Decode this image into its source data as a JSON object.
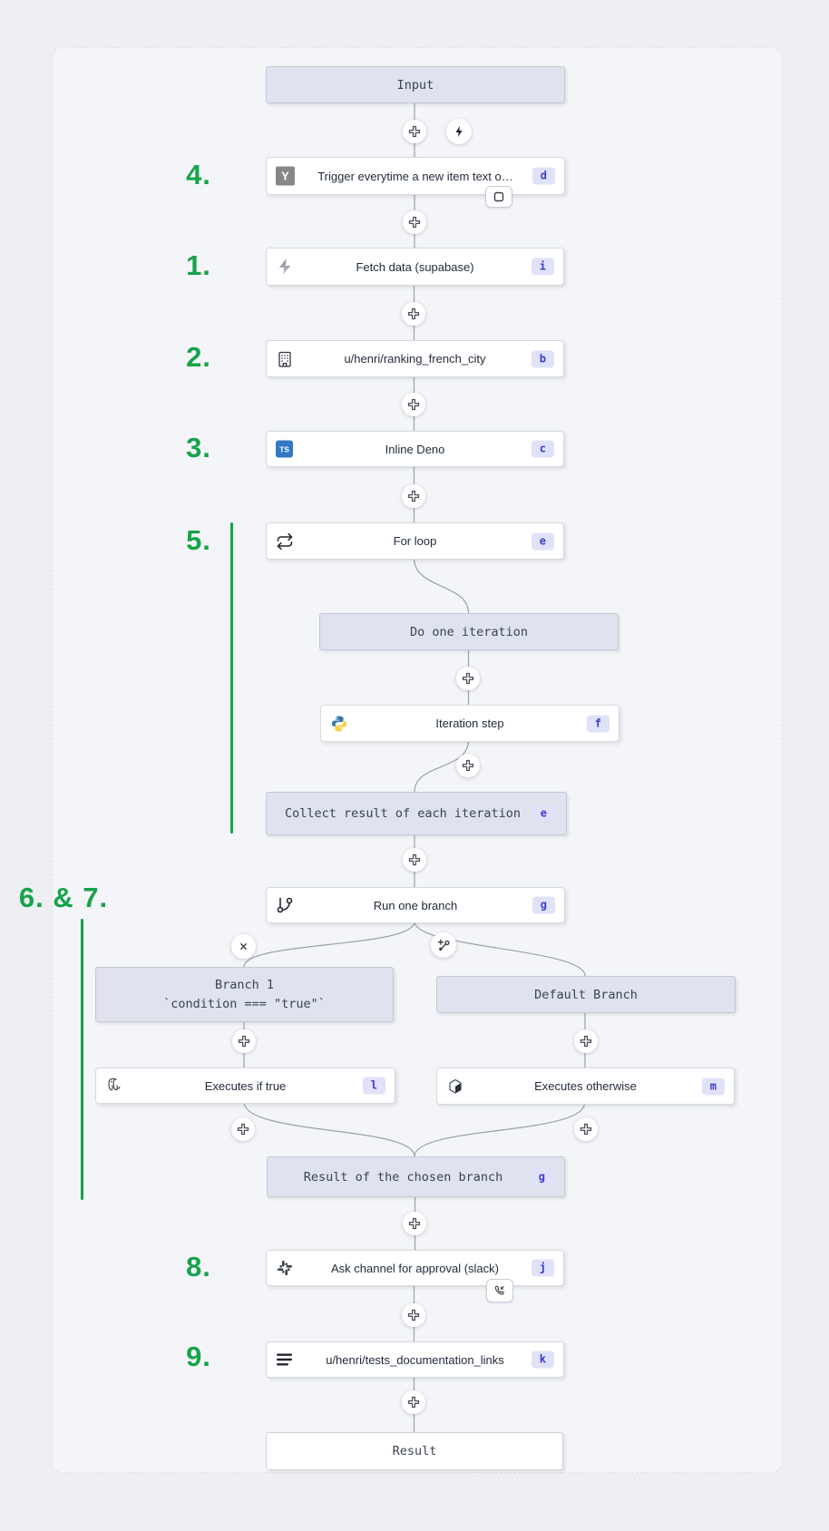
{
  "colors": {
    "accent_green": "#16a34a",
    "badge_bg": "#e0e2fa",
    "badge_text": "#4338ca",
    "edge": "#9aa1ab",
    "hackernews_gray": "#878787",
    "typescript_blue": "#3178c6",
    "python_blue": "#3776ab",
    "python_yellow": "#f7cf3e"
  },
  "annotations": {
    "n4": "4.",
    "n1": "1.",
    "n2": "2.",
    "n3": "3.",
    "n5": "5.",
    "n67": "6. & 7.",
    "n8": "8.",
    "n9": "9."
  },
  "flow": {
    "input_label": "Input",
    "result_label": "Result",
    "nodes": {
      "trigger": {
        "label": "Trigger everytime a new item text o…",
        "badge": "d",
        "icon": "hackernews"
      },
      "fetch": {
        "label": "Fetch data (supabase)",
        "badge": "i",
        "icon": "supabase"
      },
      "ranking": {
        "label": "u/henri/ranking_french_city",
        "badge": "b",
        "icon": "building"
      },
      "inline_deno": {
        "label": "Inline Deno",
        "badge": "c",
        "icon": "typescript"
      },
      "for_loop": {
        "label": "For loop",
        "badge": "e",
        "icon": "repeat"
      },
      "do_one_iteration": {
        "label": "Do one iteration"
      },
      "iteration_step": {
        "label": "Iteration step",
        "badge": "f",
        "icon": "python"
      },
      "collect": {
        "label": "Collect result of each iteration",
        "badge": "e"
      },
      "run_one_branch": {
        "label": "Run one branch",
        "badge": "g",
        "icon": "git-branch"
      },
      "branch1": {
        "title": "Branch 1",
        "subtitle": "`condition === \"true\"`"
      },
      "default_branch": {
        "label": "Default Branch"
      },
      "exec_true": {
        "label": "Executes if true",
        "badge": "l",
        "icon": "postgresql"
      },
      "exec_otherwise": {
        "label": "Executes otherwise",
        "badge": "m",
        "icon": "cube"
      },
      "chosen_result": {
        "label": "Result of the chosen branch",
        "badge": "g"
      },
      "slack_approval": {
        "label": "Ask channel for approval (slack)",
        "badge": "j",
        "icon": "slack"
      },
      "tests_doc": {
        "label": "u/henri/tests_documentation_links",
        "badge": "k",
        "icon": "menu"
      }
    },
    "icon_letters": {
      "hackernews": "Y",
      "typescript": "TS"
    }
  }
}
